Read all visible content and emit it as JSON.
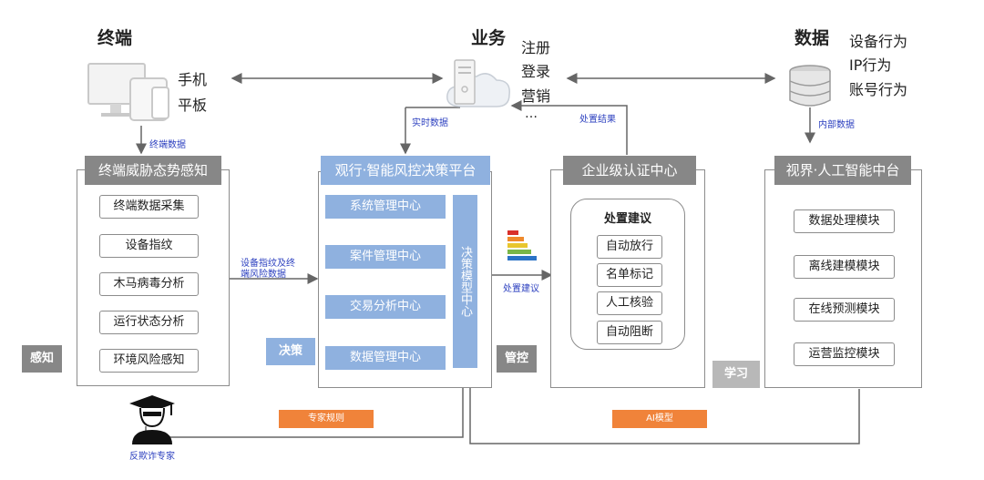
{
  "headers": {
    "terminal": "终端",
    "business": "业务",
    "data": "数据"
  },
  "terminal_devices": [
    "手机",
    "平板"
  ],
  "business_items": [
    "注册",
    "登录",
    "营销",
    "…"
  ],
  "data_items": [
    "设备行为",
    "IP行为",
    "账号行为"
  ],
  "arrow_labels": {
    "terminal_data": "终端数据",
    "realtime_data": "实时数据",
    "disposal_result": "处置结果",
    "internal_data": "内部数据",
    "fingerprint_line1": "设备指纹及终",
    "fingerprint_line2": "端风险数据",
    "disposal_advice": "处置建议"
  },
  "panel_terminal": {
    "title": "终端威胁态势感知",
    "items": [
      "终端数据采集",
      "设备指纹",
      "木马病毒分析",
      "运行状态分析",
      "环境风险感知"
    ],
    "tag": "感知"
  },
  "panel_platform": {
    "title": "观行·智能风控决策平台",
    "items": [
      "系统管理中心",
      "案件管理中心",
      "交易分析中心",
      "数据管理中心"
    ],
    "side": "决策模型中心",
    "tag": "决策"
  },
  "panel_auth": {
    "title": "企业级认证中心",
    "inner_title": "处置建议",
    "items": [
      "自动放行",
      "名单标记",
      "人工核验",
      "自动阻断"
    ],
    "tag": "管控"
  },
  "panel_ai": {
    "title": "视界·人工智能中台",
    "items": [
      "数据处理模块",
      "离线建模模块",
      "在线预测模块",
      "运营监控模块"
    ],
    "tag": "学习"
  },
  "expert": {
    "label": "反欺诈专家",
    "rules": "专家规则"
  },
  "ai_model": "AI模型",
  "colors": {
    "panel_gray": "#878787",
    "panel_blue": "#8fb1df",
    "orange": "#f0833a",
    "link_blue": "#2b3fbf"
  }
}
